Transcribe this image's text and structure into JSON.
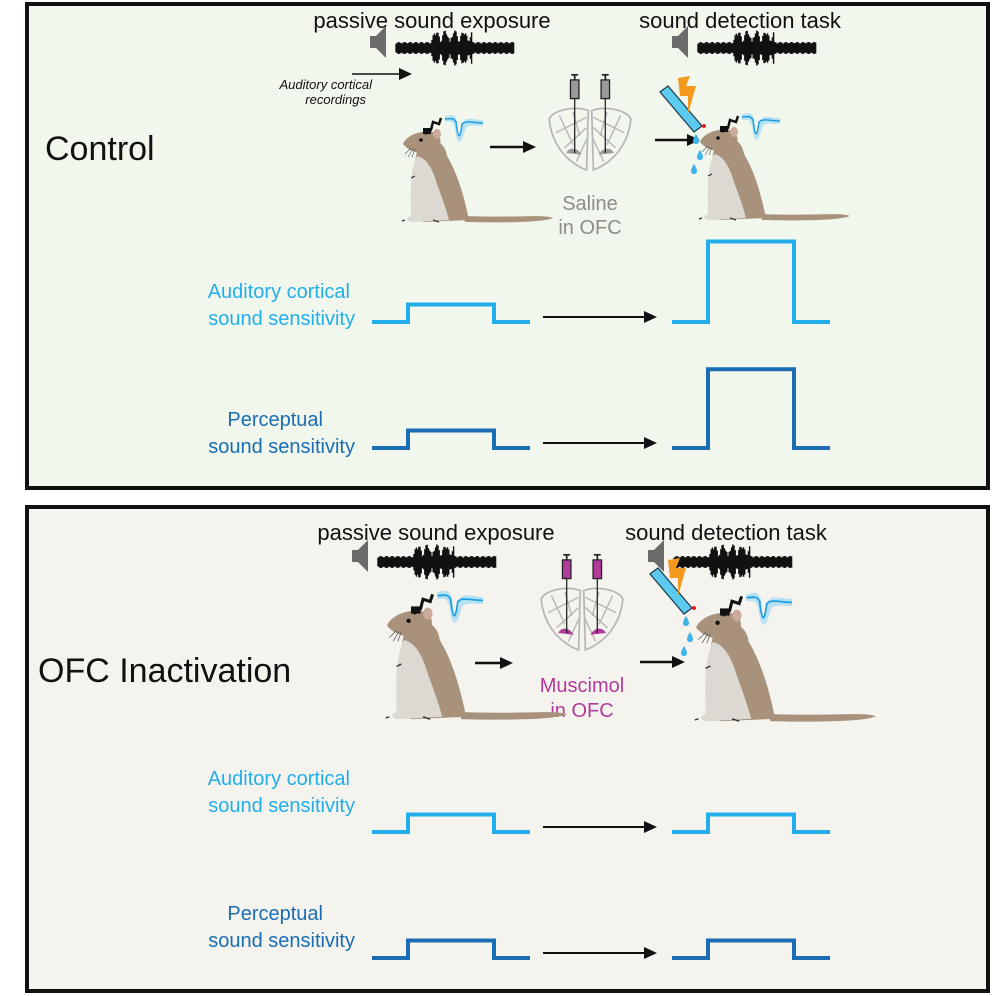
{
  "panels": [
    {
      "id": "control",
      "label": "Control",
      "background": "#f1f7ec",
      "headers": {
        "passive": "passive sound exposure",
        "task": "sound detection task"
      },
      "recording_note": [
        "Auditory cortical",
        "recordings"
      ],
      "treatment": {
        "lines": [
          "Saline",
          "in OFC"
        ],
        "color": "#8c8c8c"
      },
      "auditory": {
        "label": [
          "Auditory cortical",
          "sound sensitivity"
        ],
        "color": "#21aeea",
        "before": 1,
        "after": 4.6
      },
      "perceptual": {
        "label": [
          "Perceptual",
          "sound sensitivity"
        ],
        "color": "#1a6db3",
        "before": 1,
        "after": 4.5
      }
    },
    {
      "id": "ofc-inactivation",
      "label": "OFC Inactivation",
      "background": "#f5f3ee",
      "headers": {
        "passive": "passive sound exposure",
        "task": "sound detection task"
      },
      "treatment": {
        "lines": [
          "Muscimol",
          "in OFC"
        ],
        "color": "#b23a9c"
      },
      "auditory": {
        "label": [
          "Auditory cortical",
          "sound sensitivity"
        ],
        "color": "#21aeea",
        "before": 1,
        "after": 1
      },
      "perceptual": {
        "label": [
          "Perceptual",
          "sound sensitivity"
        ],
        "color": "#1a6db3",
        "before": 1,
        "after": 1
      }
    }
  ],
  "colors": {
    "gerbil_fur": "#a8927c",
    "gerbil_belly": "#dcd8d2",
    "water": "#3fb4ea",
    "shock": "#f39a1e",
    "lick_spout": "#5ccbef",
    "brain_outline": "#b5b5b5",
    "saline": "#9a9a9a",
    "muscimol": "#b23a9c"
  },
  "icons": [
    "speaker-icon",
    "sound-waveform",
    "gerbil",
    "electrode",
    "spike-waveform",
    "syringe",
    "brain-section",
    "lick-spout",
    "shock-bolt",
    "water-drops",
    "arrow"
  ]
}
